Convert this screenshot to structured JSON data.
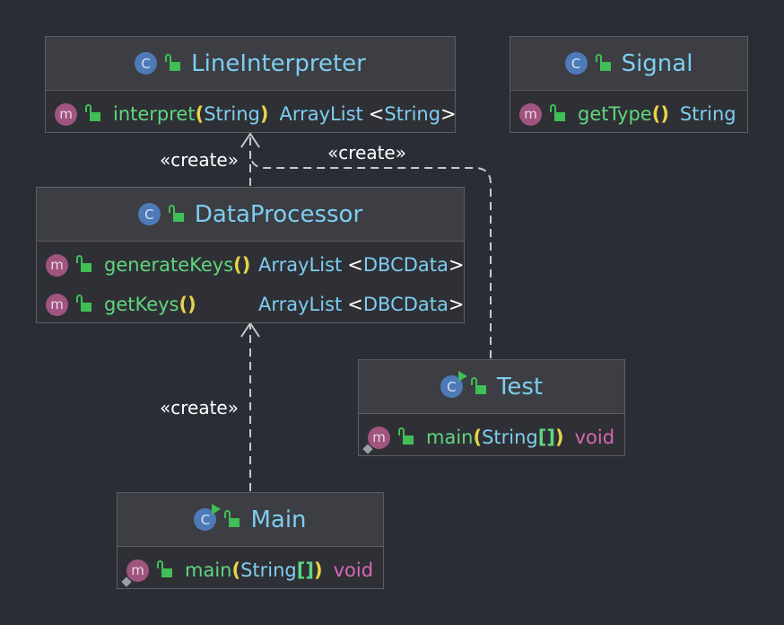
{
  "classes": {
    "line_interpreter": {
      "name": "LineInterpreter",
      "class_icon": "C",
      "methods": [
        {
          "icon": "m",
          "name": "interpret",
          "open": "(",
          "param": "String",
          "close": ")",
          "return_type": "ArrayList",
          "generic_open": "<",
          "generic": "String",
          "generic_close": ">"
        }
      ]
    },
    "signal": {
      "name": "Signal",
      "class_icon": "C",
      "methods": [
        {
          "icon": "m",
          "name": "getType",
          "parens": "()",
          "return_type": "String"
        }
      ]
    },
    "data_processor": {
      "name": "DataProcessor",
      "class_icon": "C",
      "methods": [
        {
          "icon": "m",
          "name": "generateKeys",
          "parens": "()",
          "return_type": "ArrayList",
          "generic_open": "<",
          "generic": "DBCData",
          "generic_close": ">"
        },
        {
          "icon": "m",
          "name": "getKeys",
          "parens": "()",
          "return_type": "ArrayList",
          "generic_open": "<",
          "generic": "DBCData",
          "generic_close": ">"
        }
      ]
    },
    "test": {
      "name": "Test",
      "class_icon": "C",
      "methods": [
        {
          "icon": "m",
          "name": "main",
          "open": "(",
          "param": "String",
          "brackets": "[]",
          "close": ")",
          "return_type": "void"
        }
      ]
    },
    "main": {
      "name": "Main",
      "class_icon": "C",
      "methods": [
        {
          "icon": "m",
          "name": "main",
          "open": "(",
          "param": "String",
          "brackets": "[]",
          "close": ")",
          "return_type": "void"
        }
      ]
    }
  },
  "edges": {
    "dp_to_li": {
      "label": "«create»"
    },
    "test_to_li": {
      "label": "«create»"
    },
    "main_to_dp": {
      "label": "«create»"
    }
  },
  "colors": {
    "background": "#2b2d36",
    "class_title": "#7ecdf0",
    "method_name": "#5fd67f",
    "paren": "#e8d44a",
    "void": "#d867b6",
    "edge": "#c8c9cc"
  }
}
